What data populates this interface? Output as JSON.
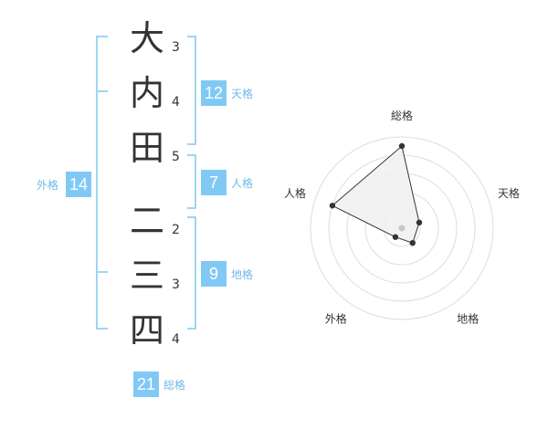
{
  "colors": {
    "accent": "#80c9f5",
    "label": "#6fb8e8",
    "line": "#9fd4f5",
    "text": "#333333"
  },
  "characters": [
    {
      "char": "大",
      "strokes": "3"
    },
    {
      "char": "内",
      "strokes": "4"
    },
    {
      "char": "田",
      "strokes": "5"
    },
    {
      "char": "二",
      "strokes": "2"
    },
    {
      "char": "三",
      "strokes": "3"
    },
    {
      "char": "四",
      "strokes": "4"
    }
  ],
  "groups": {
    "tenkaku": {
      "value": "12",
      "label": "天格"
    },
    "jinkaku": {
      "value": "7",
      "label": "人格"
    },
    "chikaku": {
      "value": "9",
      "label": "地格"
    },
    "gaikaku": {
      "value": "14",
      "label": "外格"
    },
    "soukaku": {
      "value": "21",
      "label": "総格"
    }
  },
  "chart_data": {
    "type": "radar",
    "axes": [
      "総格",
      "天格",
      "地格",
      "外格",
      "人格"
    ],
    "values": [
      4.5,
      1.0,
      1.0,
      0.6,
      4.0
    ],
    "rmax": 5,
    "rings": 5,
    "fill": "#f0f0f0",
    "stroke": "#333333",
    "grid_color": "#dddddd"
  }
}
